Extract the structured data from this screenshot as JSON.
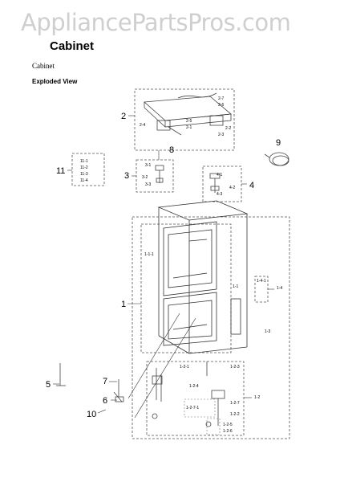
{
  "watermark": "AppliancePartsPros.com",
  "page_title": "Cabinet",
  "section_title": "Cabinet",
  "view_title": "Exploded View",
  "callouts": {
    "c1": "1",
    "c2": "2",
    "c3": "3",
    "c4": "4",
    "c5": "5",
    "c6": "6",
    "c7": "7",
    "c8": "8",
    "c9": "9",
    "c10": "10",
    "c11": "11",
    "c1_1": "1-1",
    "c1_1_1": "1-1-1",
    "c1_2": "1-2",
    "c1_2_1": "1-2-1",
    "c1_2_2": "1-2-2",
    "c1_2_3": "1-2-3",
    "c1_2_4": "1-2-4",
    "c1_2_5": "1-2-5",
    "c1_2_6": "1-2-6",
    "c1_2_7": "1-2-7",
    "c1_2_7_1": "1-2-7-1",
    "c1_3": "1-3",
    "c1_4": "1-4",
    "c1_4_1": "1-4-1",
    "c2_1": "2-1",
    "c2_2": "2-2",
    "c2_3": "2-3",
    "c2_4": "2-4",
    "c2_5": "2-5",
    "c2_6": "2-6",
    "c2_7": "2-7",
    "c3_1": "3-1",
    "c3_2": "3-2",
    "c3_3": "3-3",
    "c4_1": "4-1",
    "c4_2": "4-2",
    "c4_3": "4-3",
    "c11_1": "11-1",
    "c11_2": "11-2",
    "c11_3": "11-3",
    "c11_4": "11-4"
  }
}
